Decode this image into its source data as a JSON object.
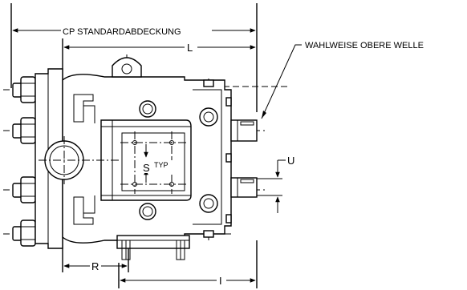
{
  "labels": {
    "cp_cover": "CP STANDARDABDECKUNG",
    "L": "L",
    "optional_shaft": "WAHLWEISE OBERE WELLE",
    "S": "S",
    "typ": "TYP",
    "U": "U",
    "R": "R",
    "I": "I"
  }
}
